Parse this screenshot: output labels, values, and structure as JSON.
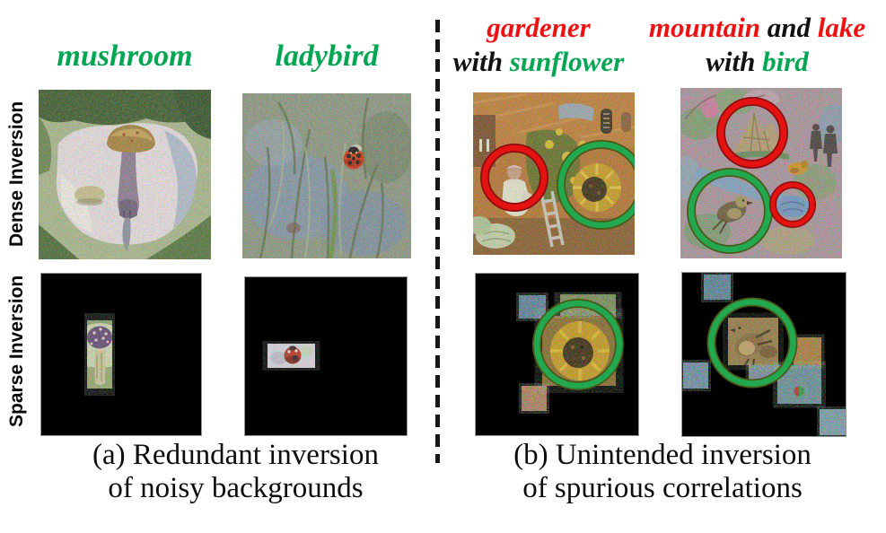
{
  "rows": {
    "dense": "Dense Inversion",
    "sparse": "Sparse Inversion"
  },
  "headers": {
    "mushroom": "mushroom",
    "ladybird": "ladybird",
    "col3": {
      "w1": "gardener",
      "w2": "with",
      "w3": "sunflower"
    },
    "col4": {
      "w1": "mountain",
      "w2": "and",
      "w3": "lake",
      "w4": "with",
      "w5": "bird"
    }
  },
  "captions": {
    "a1": "(a) Redundant inversion",
    "a2": "of noisy backgrounds",
    "b1": "(b) Unintended inversion",
    "b2": "of spurious correlations"
  },
  "colors": {
    "target_green_text": "#00a651",
    "spurious_red_text": "#ee1111",
    "text_black": "#111111",
    "annotation_circle_green": "#22a84f",
    "annotation_circle_red": "#e51212",
    "sparse_background": "#000000"
  },
  "images": {
    "mushroom_dense": {
      "alt": "Dense inversion: mushroom on noisy pale rock with grass background"
    },
    "ladybird_dense": {
      "alt": "Dense inversion: ladybird on noisy grey-blue grass background"
    },
    "gardener_dense": {
      "alt": "Dense inversion: gardener in red circle and sunflower in green circle"
    },
    "mountain_dense": {
      "alt": "Dense inversion: mountain and lake in red circles, bird in green circle"
    },
    "mushroom_sparse": {
      "alt": "Sparse inversion: single mushroom patch on black"
    },
    "ladybird_sparse": {
      "alt": "Sparse inversion: single ladybird patch on black"
    },
    "sunflower_sparse": {
      "alt": "Sparse inversion: patches with sunflower highlighted by green circle"
    },
    "bird_sparse": {
      "alt": "Sparse inversion: patches with bird highlighted by green circle"
    }
  }
}
